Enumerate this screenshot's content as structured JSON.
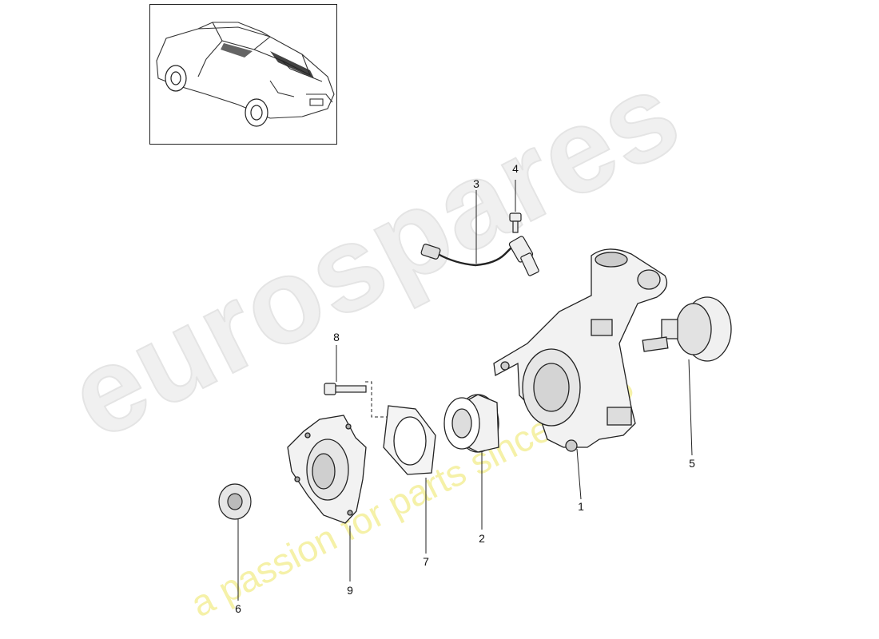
{
  "diagram": {
    "callouts": [
      {
        "id": "1",
        "label": "1"
      },
      {
        "id": "2",
        "label": "2"
      },
      {
        "id": "3",
        "label": "3"
      },
      {
        "id": "4",
        "label": "4"
      },
      {
        "id": "5",
        "label": "5"
      },
      {
        "id": "6",
        "label": "6"
      },
      {
        "id": "7",
        "label": "7"
      },
      {
        "id": "8",
        "label": "8"
      },
      {
        "id": "9",
        "label": "9"
      }
    ]
  },
  "watermark": {
    "brand": "eurospares",
    "tagline": "a passion for parts since 1985"
  },
  "colors": {
    "line": "#222222",
    "watermark_brand": "#f0f0f0",
    "watermark_tagline": "#f5f1a8"
  }
}
